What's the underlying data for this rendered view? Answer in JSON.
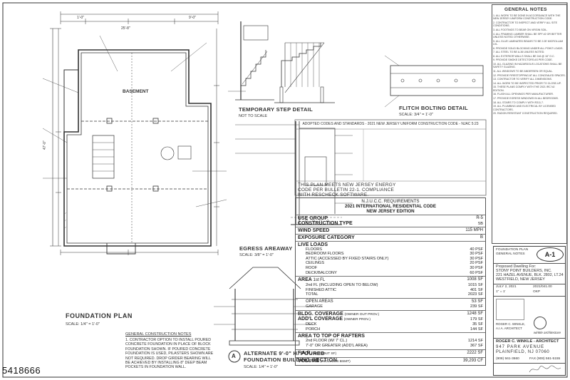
{
  "listing_id": "5418666",
  "plans": {
    "foundation_title": "FOUNDATION PLAN",
    "foundation_scale": "SCALE: 1/4\" = 1'-0\"",
    "basement_label": "BASEMENT",
    "temp_step_title": "TEMPORARY STEP DETAIL",
    "temp_step_scale": "NOT TO SCALE",
    "flitch_title": "FLITCH BOLTING DETAIL",
    "flitch_scale": "SCALE: 3/4\" = 1'-0\"",
    "egress_title": "EGRESS AREAWAY",
    "egress_scale": "SCALE: 3/8\" = 1'-0\"",
    "alt_title_1": "ALTERNATE 9'-0\" H. POURED",
    "alt_title_2": "FOUNDATION BUILDING SECTION",
    "alt_scale": "SCALE: 1/4\" = 1'-0\"",
    "section_marker": "A",
    "gen_notes_title": "GENERAL CONSTRUCTION NOTES",
    "gen_notes_lines": [
      "1. CONTRACTOR OPTION TO INSTALL POURED",
      "CONCRETE FOUNDATION IN PLACE OF BLOCK",
      "FOUNDATION SHOWN. IF POURED CONCRETE",
      "FOUNDATION IS USED, PILASTERS SHOWN ARE",
      "NOT REQUIRED. DROP GIRDER BEARING WILL",
      "BE ACHIEVED BY INSTALLING 8\" DEEP BEAM",
      "POCKETS IN FOUNDATION WALL."
    ],
    "dim_top": "25'-8\"",
    "dim_side": "47'-0\"",
    "dim_a": "1'-0\"",
    "dim_b": "9'-0\""
  },
  "codes": {
    "heading": "ADOPTED CODES AND STANDARDS - 2021 NEW JERSEY UNIFORM CONSTRUCTION CODE - NJAC 5:23",
    "energy_1": "THIS PLAN MEETS NEW JERSEY ENERGY",
    "energy_2": "CODE PER BULLETIN 22-1. COMPLIANCE",
    "energy_3": "WITH RESCHECK SOFTWARE.",
    "njucc_1": "N.J.U.C.C. REQUIREMENTS",
    "njucc_2": "2021 INTERNATIONAL RESIDENTIAL CODE",
    "njucc_3": "NEW JERSEY EDITION"
  },
  "req_table": {
    "use_group_label": "USE GROUP",
    "use_group_value": "R-5",
    "const_type_label": "CONSTRUCTION TYPE",
    "const_type_value": "5B",
    "wind_label": "WIND SPEED",
    "wind_value": "115 MPH",
    "exposure_label": "EXPOSURE CATEGORY",
    "exposure_value": "B",
    "live_loads_label": "LIVE LOADS",
    "live_loads": [
      {
        "name": "FLOORS",
        "value": "40 PSF"
      },
      {
        "name": "BEDROOM FLOORS",
        "value": "30 PSF"
      },
      {
        "name": "ATTIC (ACCESSED BY FIXED STAIRS ONLY)",
        "value": "30 PSF"
      },
      {
        "name": "CEILINGS",
        "value": "20 PSF"
      },
      {
        "name": "ROOF",
        "value": "30 PSF"
      },
      {
        "name": "DECK/BALCONY",
        "value": "60 PSF"
      }
    ],
    "area_label": "AREA",
    "area": [
      {
        "name": "1st FL",
        "value": "1008 SF"
      },
      {
        "name": "2nd FL (INCLUDING OPEN TO BELOW)",
        "value": "1015 SF"
      },
      {
        "name": "FINISHED ATTIC",
        "value": "401 SF"
      },
      {
        "name": "TOTAL",
        "value": "2023 SF"
      }
    ],
    "open_areas": [
      {
        "name": "OPEN AREAS",
        "value": "53 SF"
      },
      {
        "name": "GARAGE",
        "value": "239 SF"
      }
    ],
    "coverage_label_1": "BLDG. COVERAGE",
    "coverage_label_2": "ADD'L COVERAGE",
    "coverage": [
      {
        "name": "(OWNER OUT PROV.)",
        "value": "1248 SF"
      },
      {
        "name": "(OWNER PROV.)",
        "value": "179 SF"
      },
      {
        "name": "DECK",
        "value": "35 SF"
      },
      {
        "name": "PORCH",
        "value": "144 SF"
      }
    ],
    "rafters_label": "AREA TO TOP OF RAFTERS",
    "rafters": [
      {
        "name": "2nd FLOOR (W/ 7' CL.)",
        "value": "1214 SF"
      },
      {
        "name": "7'-0\" OR GREATER (ADD'L AREA)",
        "value": "367 SF"
      }
    ],
    "far_label": "F.A.R.",
    "far_sub": "(WITHOUT SF)",
    "far_value": "2222 SF",
    "volume_label": "VOLUME",
    "volume_sub": "(INCLUDES BSMT)",
    "volume_value": "39,293 CF"
  },
  "notes": {
    "title": "GENERAL NOTES",
    "items": [
      "1. ALL WORK TO BE DONE IN ACCORDANCE WITH THE NEW JERSEY UNIFORM CONSTRUCTION CODE.",
      "2. CONTRACTOR TO INSPECT AND VERIFY ALL SITE CONDITIONS.",
      "3. ALL FOOTINGS TO BEAR ON VIRGIN SOIL.",
      "4. ALL FRAMING LUMBER SHALL BE SPF #2 OR BETTER UNLESS NOTED OTHERWISE.",
      "5. ALL GLUE LAMINATED BEAMS TO BE 2.0E MICROLLAM LVL.",
      "6. PROVIDE SOLID BLOCKING UNDER ALL POINT LOADS.",
      "7. ALL STEEL TO BE A-36 UNLESS NOTED.",
      "8. ALL EXTERIOR WALLS SHALL BE 2x6 @ 16\" O.C.",
      "9. PROVIDE SMOKE DETECTORS AS PER CODE.",
      "10. ALL GLAZING IN HAZARDOUS LOCATIONS SHALL BE SAFETY GLAZING.",
      "11. ALL WINDOWS TO BE ANDERSEN OR EQUAL.",
      "12. PROVIDE FIRESTOPPING AT ALL CONCEALED SPACES.",
      "13. CONTRACTOR TO VERIFY ALL DIMENSIONS.",
      "14. ALL WORK TO BE INSPECTED PRIOR TO CLOSE-UP.",
      "15. THESE PLANS COMPLY WITH THE 2021 IRC NJ EDITION.",
      "16. FLASH ALL OPENINGS PER MANUFACTURER.",
      "17. PROVIDE EGRESS WINDOWS IN ALL BEDROOMS.",
      "18. ALL STAIRS TO COMPLY WITH R311.7.",
      "19. ALL PLUMBING AND ELECTRICAL BY LICENSED CONTRACTORS.",
      "20. RADON RESISTANT CONSTRUCTION REQUIRED."
    ]
  },
  "title_block": {
    "sheet_desc_1": "FOUNDATION PLAN",
    "sheet_desc_2": "GENERAL NOTES",
    "sheet_no": "A-1",
    "proposed": "Proposed Dwelling For:",
    "client": "STONY POINT BUILDERS, INC.",
    "address": "221 HAZEL AVENUE, BLK. 2802, LT.24",
    "city": "WESTFIELD, NEW JERSEY",
    "date": "JULY 2, 2021",
    "job": "2021/041.00",
    "scale": "1\" = 1'",
    "drawn": "OKP",
    "architect_small": "ROGER C. WINKLE, A.I.A. ARCHITECT",
    "studio": "winkle architecture",
    "firm": "ROGER C. WINKLE - ARCHITECT",
    "street": "947 PARK AVENUE",
    "town": "PLAINFIELD, NJ 07060",
    "phone": "(908) 561-3660",
    "fax": "FAX (908) 561-5155"
  }
}
